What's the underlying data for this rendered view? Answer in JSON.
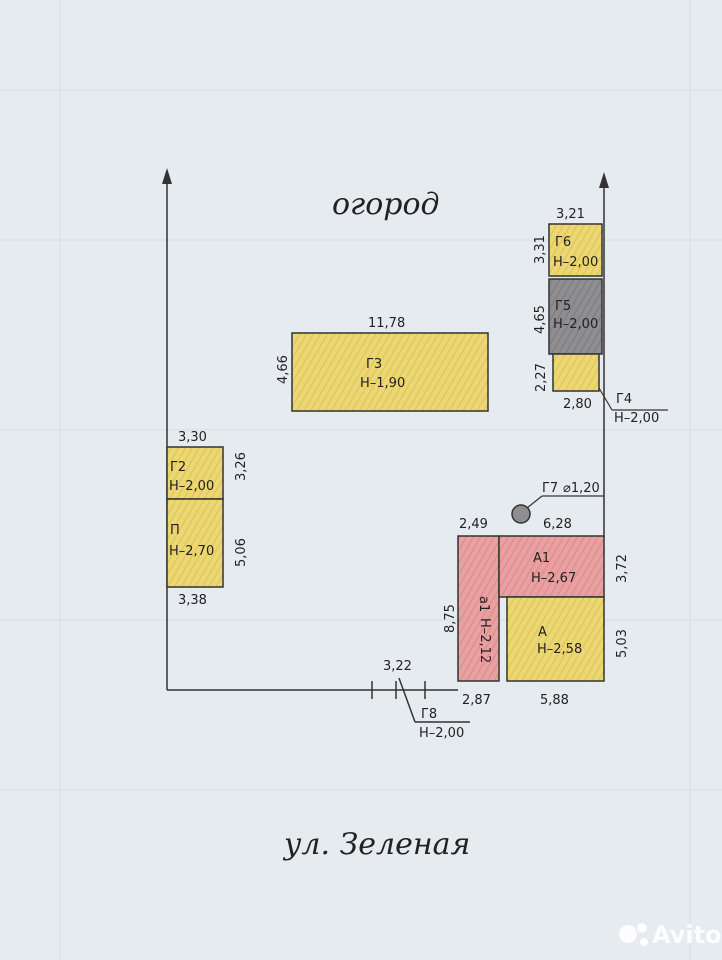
{
  "labels": {
    "garden": "огород",
    "street": "ул. Зеленая"
  },
  "buildings": {
    "g3": {
      "name": "Г3",
      "height": "Н–1,90",
      "width": "11,78",
      "depth": "4,66"
    },
    "g2": {
      "name": "Г2",
      "height": "Н–2,00",
      "width": "3,30",
      "depth": "3,26"
    },
    "p1": {
      "name": "П",
      "height": "Н–2,70",
      "width": "3,38",
      "depth": "5,06"
    },
    "g6": {
      "name": "Г6",
      "height": "Н–2,00",
      "width": "3,21",
      "depth": "3,31"
    },
    "g5": {
      "name": "Г5",
      "height": "Н–2,00",
      "depth": "4,65"
    },
    "g4": {
      "name": "Г4",
      "height": "Н–2,00",
      "width": "2,80",
      "depth": "2,27"
    },
    "g7": {
      "name": "Г7",
      "diameter": "⌀1,20"
    },
    "a1": {
      "name": "А1",
      "height": "Н–2,67",
      "width": "6,28",
      "depth": "3,72"
    },
    "a_main": {
      "name": "А",
      "height": "Н–2,58",
      "width": "5,88",
      "depth": "5,03"
    },
    "a_small": {
      "name": "а1",
      "height": "Н–2,12",
      "width_top": "2,49",
      "width_bottom": "2,87",
      "depth": "8,75"
    },
    "g8": {
      "name": "Г8",
      "height": "Н–2,00",
      "gate_width": "3,22"
    }
  },
  "watermark": "Avito",
  "colors": {
    "yellow": "#ecd772",
    "pink": "#e9a0a0",
    "gray": "#8e8e90",
    "paper": "#e6ebf0"
  }
}
